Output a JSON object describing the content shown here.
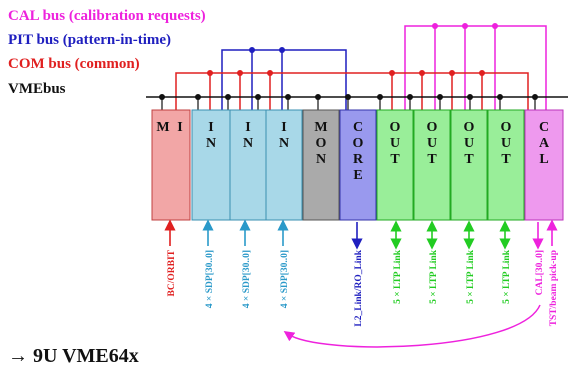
{
  "legend": {
    "cal_bus": "CAL bus (calibration requests)",
    "pit_bus": "PIT bus (pattern-in-time)",
    "com_bus": "COM bus (common)",
    "vme_bus": "VMEbus"
  },
  "colors": {
    "cal": "#ee22dd",
    "pit": "#1f1fbf",
    "com": "#e02020",
    "vme": "#111111",
    "mi_fill": "#f2a6a6",
    "in_fill": "#a8d8e8",
    "mon_fill": "#aaaaaa",
    "core_fill": "#9999ee",
    "out_fill": "#99ee99",
    "cal_fill": "#ee99ee",
    "in_signal": "#2a99c9",
    "out_signal": "#22cc22"
  },
  "modules": [
    {
      "id": "mi",
      "label": [
        "M",
        "I"
      ]
    },
    {
      "id": "in1",
      "label": [
        "I",
        "N"
      ]
    },
    {
      "id": "in2",
      "label": [
        "I",
        "N"
      ]
    },
    {
      "id": "in3",
      "label": [
        "I",
        "N"
      ]
    },
    {
      "id": "mon",
      "label": [
        "M",
        "O",
        "N"
      ]
    },
    {
      "id": "core",
      "label": [
        "C",
        "O",
        "R",
        "E"
      ]
    },
    {
      "id": "out1",
      "label": [
        "O",
        "U",
        "T"
      ]
    },
    {
      "id": "out2",
      "label": [
        "O",
        "U",
        "T"
      ]
    },
    {
      "id": "out3",
      "label": [
        "O",
        "U",
        "T"
      ]
    },
    {
      "id": "out4",
      "label": [
        "O",
        "U",
        "T"
      ]
    },
    {
      "id": "cal",
      "label": [
        "C",
        "A",
        "L"
      ]
    }
  ],
  "signals": {
    "bc_orbit": "BC/ORBIT",
    "sdp1": "4 × SDP[30..0]",
    "sdp2": "4 × SDP[30..0]",
    "sdp3": "4 × SDP[30..0]",
    "l2_link": "L2_Link/RO_Link",
    "ltp1": "5 × LTP Link",
    "ltp2": "5 × LTP Link",
    "ltp3": "5 × LTP Link",
    "ltp4": "5 × LTP Link",
    "cal_in": "CAL[30..0]",
    "tst": "TST/beam pick-up"
  },
  "footer": "→ 9U VME64x"
}
